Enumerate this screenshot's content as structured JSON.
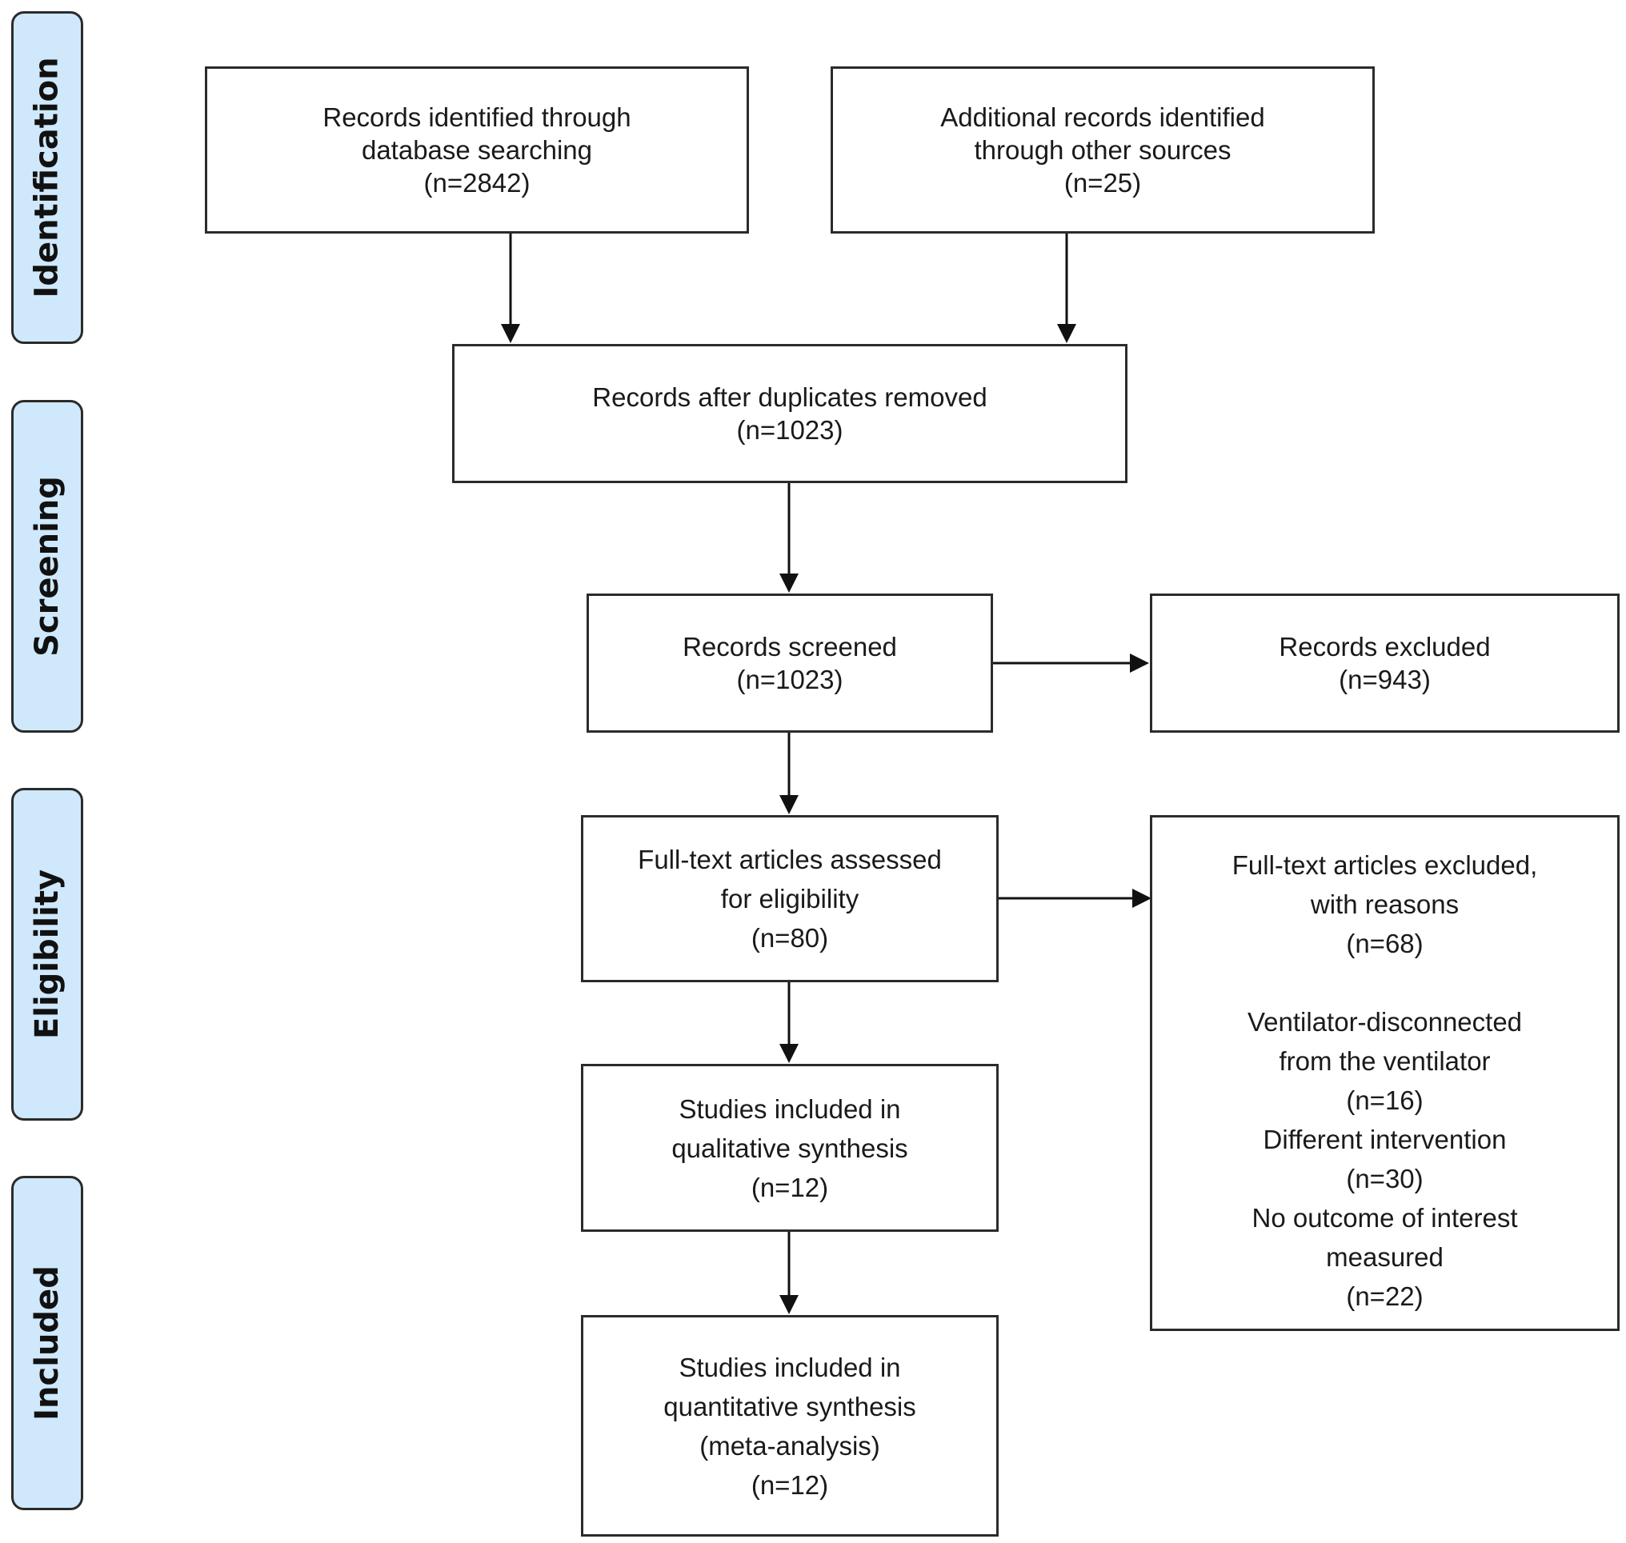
{
  "stages": {
    "identification": "Identification",
    "screening": "Screening",
    "eligibility": "Eligibility",
    "included": "Included"
  },
  "boxes": {
    "database": {
      "line1": "Records identified through",
      "line2": "database searching",
      "count": "(n=2842)"
    },
    "other_sources": {
      "line1": "Additional records identified",
      "line2": "through other sources",
      "count": "(n=25)"
    },
    "after_duplicates": {
      "line1": "Records after duplicates removed",
      "count": "(n=1023)"
    },
    "screened": {
      "line1": "Records screened",
      "count": "(n=1023)"
    },
    "excluded": {
      "line1": "Records excluded",
      "count": "(n=943)"
    },
    "fulltext_assessed": {
      "line1": "Full-text articles assessed",
      "line2": "for eligibility",
      "count": "(n=80)"
    },
    "fulltext_excluded": {
      "line1": "Full-text articles excluded,",
      "line2": "with reasons",
      "count": "(n=68)",
      "reasons": [
        {
          "label_line1": "Ventilator-disconnected",
          "label_line2": "from the ventilator",
          "count": "(n=16)"
        },
        {
          "label_line1": "Different intervention",
          "count": "(n=30)"
        },
        {
          "label_line1": "No outcome of interest",
          "label_line2": "measured",
          "count": "(n=22)"
        }
      ]
    },
    "qualitative": {
      "line1": "Studies included in",
      "line2": "qualitative synthesis",
      "count": "(n=12)"
    },
    "quantitative": {
      "line1": "Studies included in",
      "line2": "quantitative synthesis",
      "line3": "(meta-analysis)",
      "count": "(n=12)"
    }
  }
}
